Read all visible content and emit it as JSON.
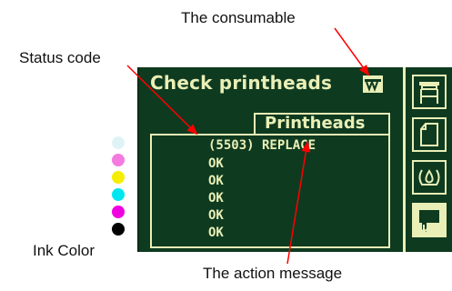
{
  "callouts": {
    "consumable": "The consumable",
    "status_code": "Status code",
    "ink_color": "Ink Color",
    "action_message": "The action message"
  },
  "lcd": {
    "title": "Check printheads",
    "consumable_icon": "printhead-icon",
    "tab_label": "Printheads",
    "rows": [
      "(5503) REPLACE",
      "OK",
      "OK",
      "OK",
      "OK",
      "OK"
    ],
    "side_icons": [
      "printer-icon",
      "paper-icon",
      "ink-icon",
      "menu-icon"
    ]
  },
  "ink_colors": [
    "#dff3f7",
    "#f47ae0",
    "#f5ee00",
    "#00e6f0",
    "#f000e0",
    "#000000"
  ],
  "colors": {
    "lcd_background": "#0e3a20",
    "lcd_foreground": "#e9efb6",
    "arrow": "#ff0000"
  }
}
